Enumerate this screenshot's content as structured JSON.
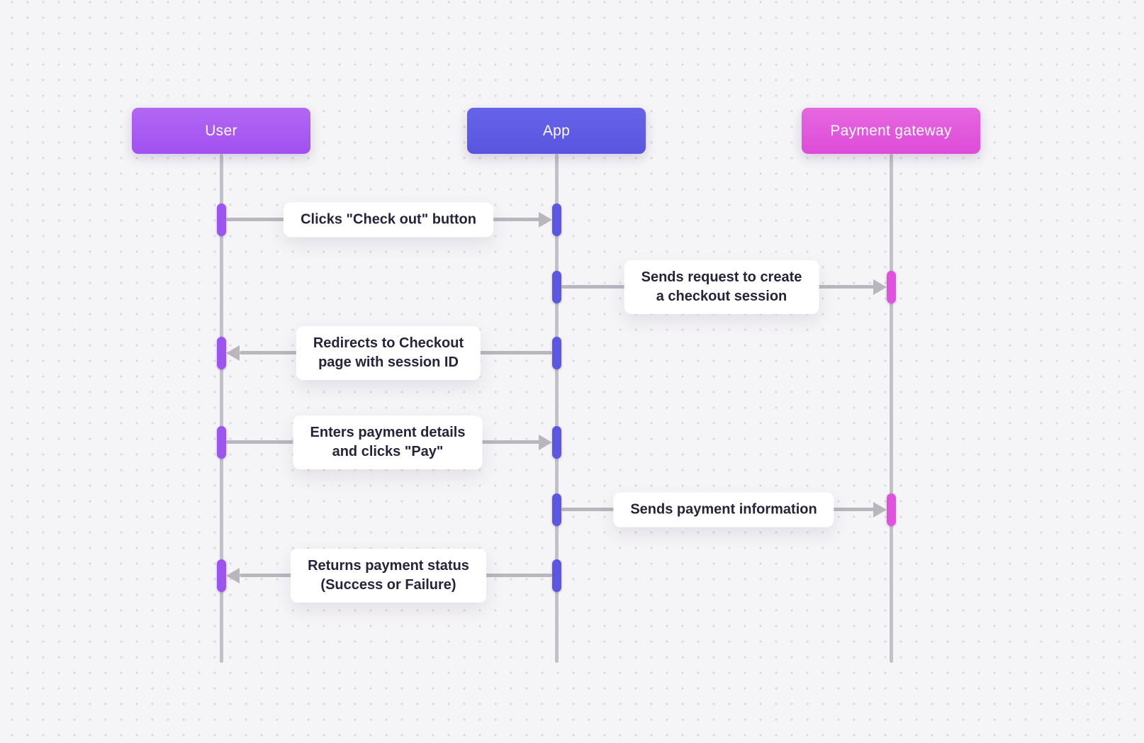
{
  "canvas": {
    "background_color": "#f5f4f6",
    "dot_color": "#d9d6dd"
  },
  "diagram": {
    "type": "sequence-diagram",
    "actors": [
      {
        "label": "User",
        "fill": "linear-gradient(180deg,#b267f3,#a150f0)",
        "accent": "#9b55ee"
      },
      {
        "label": "App",
        "fill": "linear-gradient(180deg,#6663e9,#5a55e0)",
        "accent": "#5b57e2"
      },
      {
        "label": "Payment gateway",
        "fill": "linear-gradient(180deg,#e667e0,#dd4cd8)",
        "accent": "#e150de"
      }
    ],
    "messages": [
      {
        "from": "User",
        "to": "App",
        "text": "Clicks \"Check out\" button"
      },
      {
        "from": "App",
        "to": "Payment gateway",
        "text": "Sends request to create\na checkout session"
      },
      {
        "from": "App",
        "to": "User",
        "text": "Redirects to Checkout\npage with session ID"
      },
      {
        "from": "User",
        "to": "App",
        "text": "Enters payment details\nand clicks \"Pay\""
      },
      {
        "from": "App",
        "to": "Payment gateway",
        "text": "Sends payment information"
      },
      {
        "from": "App",
        "to": "User",
        "text": "Returns payment status\n(Success or Failure)"
      }
    ],
    "colors": {
      "lifeline": "#c3c0c8",
      "arrow": "#b9b6be",
      "label_background": "#ffffff",
      "label_text": "#26243a"
    }
  }
}
